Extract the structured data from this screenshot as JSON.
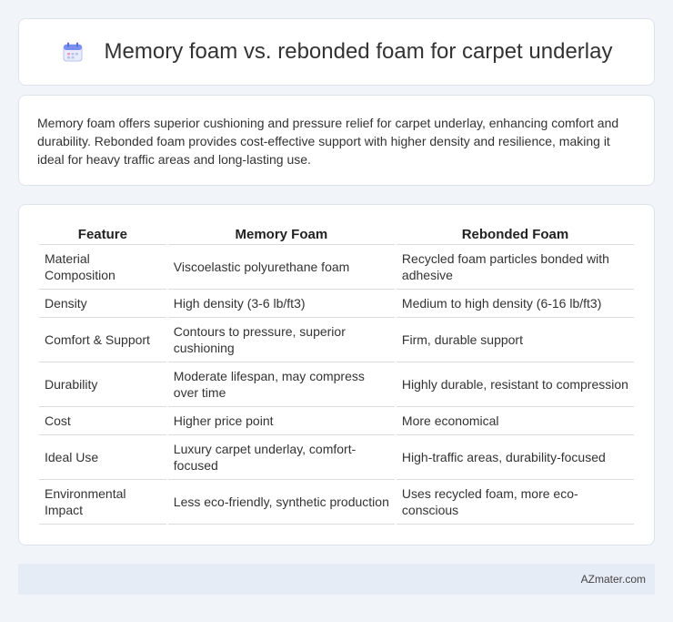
{
  "header": {
    "title": "Memory foam vs. rebonded foam for carpet underlay",
    "icon": "calendar-icon"
  },
  "intro": {
    "text": "Memory foam offers superior cushioning and pressure relief for carpet underlay, enhancing comfort and durability. Rebonded foam provides cost-effective support with higher density and resilience, making it ideal for heavy traffic areas and long-lasting use."
  },
  "table": {
    "headers": [
      "Feature",
      "Memory Foam",
      "Rebonded Foam"
    ],
    "rows": [
      [
        "Material Composition",
        "Viscoelastic polyurethane foam",
        "Recycled foam particles bonded with adhesive"
      ],
      [
        "Density",
        "High density (3-6 lb/ft3)",
        "Medium to high density (6-16 lb/ft3)"
      ],
      [
        "Comfort & Support",
        "Contours to pressure, superior cushioning",
        "Firm, durable support"
      ],
      [
        "Durability",
        "Moderate lifespan, may compress over time",
        "Highly durable, resistant to compression"
      ],
      [
        "Cost",
        "Higher price point",
        "More economical"
      ],
      [
        "Ideal Use",
        "Luxury carpet underlay, comfort-focused",
        "High-traffic areas, durability-focused"
      ],
      [
        "Environmental Impact",
        "Less eco-friendly, synthetic production",
        "Uses recycled foam, more eco-conscious"
      ]
    ]
  },
  "footer": {
    "brand": "AZmater.com"
  },
  "colors": {
    "background": "#f1f4f9",
    "card": "#ffffff",
    "footer": "#e6ecf6",
    "icon_accent": "#7b8ff0"
  }
}
